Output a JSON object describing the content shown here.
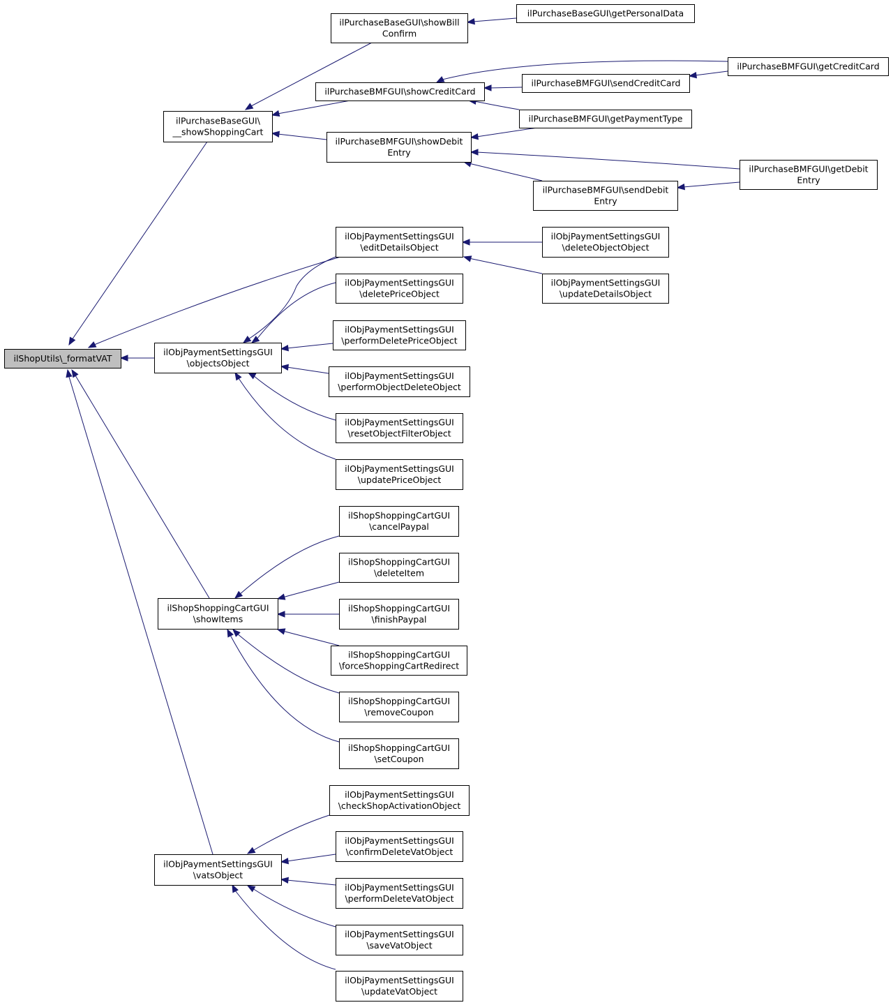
{
  "nodes": {
    "root": [
      "ilShopUtils\\_formatVAT"
    ],
    "pbShowCart": [
      "ilPurchaseBaseGUI\\",
      "__showShoppingCart"
    ],
    "pbShowBill": [
      "ilPurchaseBaseGUI\\showBill",
      "Confirm"
    ],
    "pbGetPersonal": [
      "ilPurchaseBaseGUI\\getPersonalData"
    ],
    "bmfShowCC": [
      "ilPurchaseBMFGUI\\showCreditCard"
    ],
    "bmfGetCC": [
      "ilPurchaseBMFGUI\\getCreditCard"
    ],
    "bmfSendCC": [
      "ilPurchaseBMFGUI\\sendCreditCard"
    ],
    "bmfGetPT": [
      "ilPurchaseBMFGUI\\getPaymentType"
    ],
    "bmfShowDebit": [
      "ilPurchaseBMFGUI\\showDebit",
      "Entry"
    ],
    "bmfGetDebit": [
      "ilPurchaseBMFGUI\\getDebit",
      "Entry"
    ],
    "bmfSendDebit": [
      "ilPurchaseBMFGUI\\sendDebit",
      "Entry"
    ],
    "psEditDetails": [
      "ilObjPaymentSettingsGUI",
      "\\editDetailsObject"
    ],
    "psDeleteObject": [
      "ilObjPaymentSettingsGUI",
      "\\deleteObjectObject"
    ],
    "psUpdateDetails": [
      "ilObjPaymentSettingsGUI",
      "\\updateDetailsObject"
    ],
    "psObjects": [
      "ilObjPaymentSettingsGUI",
      "\\objectsObject"
    ],
    "psDeletePrice": [
      "ilObjPaymentSettingsGUI",
      "\\deletePriceObject"
    ],
    "psPerformDeletePrice": [
      "ilObjPaymentSettingsGUI",
      "\\performDeletePriceObject"
    ],
    "psPerformObjectDelete": [
      "ilObjPaymentSettingsGUI",
      "\\performObjectDeleteObject"
    ],
    "psResetFilter": [
      "ilObjPaymentSettingsGUI",
      "\\resetObjectFilterObject"
    ],
    "psUpdatePrice": [
      "ilObjPaymentSettingsGUI",
      "\\updatePriceObject"
    ],
    "scShowItems": [
      "ilShopShoppingCartGUI",
      "\\showItems"
    ],
    "scCancelPaypal": [
      "ilShopShoppingCartGUI",
      "\\cancelPaypal"
    ],
    "scDeleteItem": [
      "ilShopShoppingCartGUI",
      "\\deleteItem"
    ],
    "scFinishPaypal": [
      "ilShopShoppingCartGUI",
      "\\finishPaypal"
    ],
    "scForceRedirect": [
      "ilShopShoppingCartGUI",
      "\\forceShoppingCartRedirect"
    ],
    "scRemoveCoupon": [
      "ilShopShoppingCartGUI",
      "\\removeCoupon"
    ],
    "scSetCoupon": [
      "ilShopShoppingCartGUI",
      "\\setCoupon"
    ],
    "psVats": [
      "ilObjPaymentSettingsGUI",
      "\\vatsObject"
    ],
    "psCheckShop": [
      "ilObjPaymentSettingsGUI",
      "\\checkShopActivationObject"
    ],
    "psConfirmDeleteVat": [
      "ilObjPaymentSettingsGUI",
      "\\confirmDeleteVatObject"
    ],
    "psPerformDeleteVat": [
      "ilObjPaymentSettingsGUI",
      "\\performDeleteVatObject"
    ],
    "psSaveVat": [
      "ilObjPaymentSettingsGUI",
      "\\saveVatObject"
    ],
    "psUpdateVat": [
      "ilObjPaymentSettingsGUI",
      "\\updateVatObject"
    ]
  },
  "colors": {
    "edge": "#191970",
    "root_fill": "#bfbfbf",
    "node_fill": "#ffffff",
    "node_stroke": "#000000"
  }
}
